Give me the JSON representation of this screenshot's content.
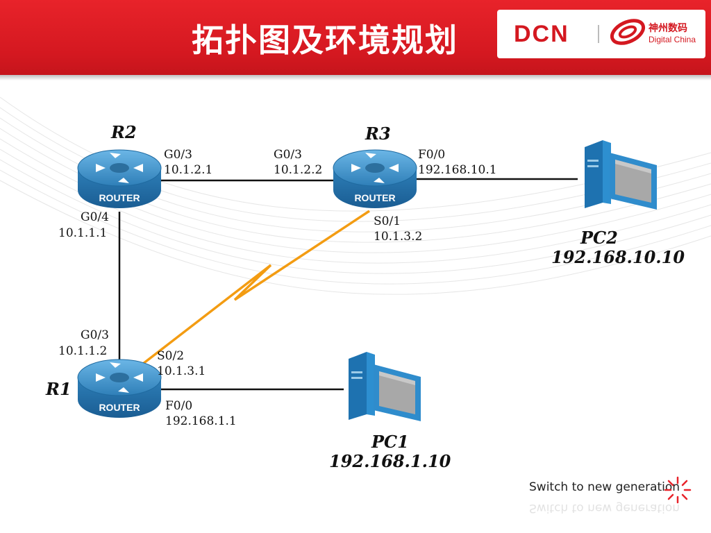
{
  "slide": {
    "title": "拓扑图及环境规划",
    "brand_logo_text": "DCN",
    "company_cn": "神州数码",
    "company_en": "Digital China",
    "slogan": "Switch to new generation",
    "colors": {
      "header": "#d41820",
      "serial_link": "#f39c12",
      "ethernet_link": "#111111",
      "router_body": "#3a8fc4"
    }
  },
  "devices": {
    "r1": {
      "name": "R1",
      "label": "ROUTER"
    },
    "r2": {
      "name": "R2",
      "label": "ROUTER"
    },
    "r3": {
      "name": "R3",
      "label": "ROUTER"
    },
    "pc1": {
      "name": "PC1",
      "ip": "192.168.1.10"
    },
    "pc2": {
      "name": "PC2",
      "ip": "192.168.10.10"
    }
  },
  "interfaces": {
    "r2_g03": {
      "port": "G0/3",
      "ip": "10.1.2.1"
    },
    "r3_g03": {
      "port": "G0/3",
      "ip": "10.1.2.2"
    },
    "r3_f00": {
      "port": "F0/0",
      "ip": "192.168.10.1"
    },
    "r2_g04": {
      "port": "G0/4",
      "ip": "10.1.1.1"
    },
    "r3_s01": {
      "port": "S0/1",
      "ip": "10.1.3.2"
    },
    "r1_g03": {
      "port": "G0/3",
      "ip": "10.1.1.2"
    },
    "r1_s02": {
      "port": "S0/2",
      "ip": "10.1.3.1"
    },
    "r1_f00": {
      "port": "F0/0",
      "ip": "192.168.1.1"
    }
  },
  "links": [
    {
      "from": "R2",
      "to": "R3",
      "type": "ethernet"
    },
    {
      "from": "R3",
      "to": "PC2",
      "type": "ethernet"
    },
    {
      "from": "R2",
      "to": "R1",
      "type": "ethernet"
    },
    {
      "from": "R1",
      "to": "PC1",
      "type": "ethernet"
    },
    {
      "from": "R1",
      "to": "R3",
      "type": "serial"
    }
  ]
}
